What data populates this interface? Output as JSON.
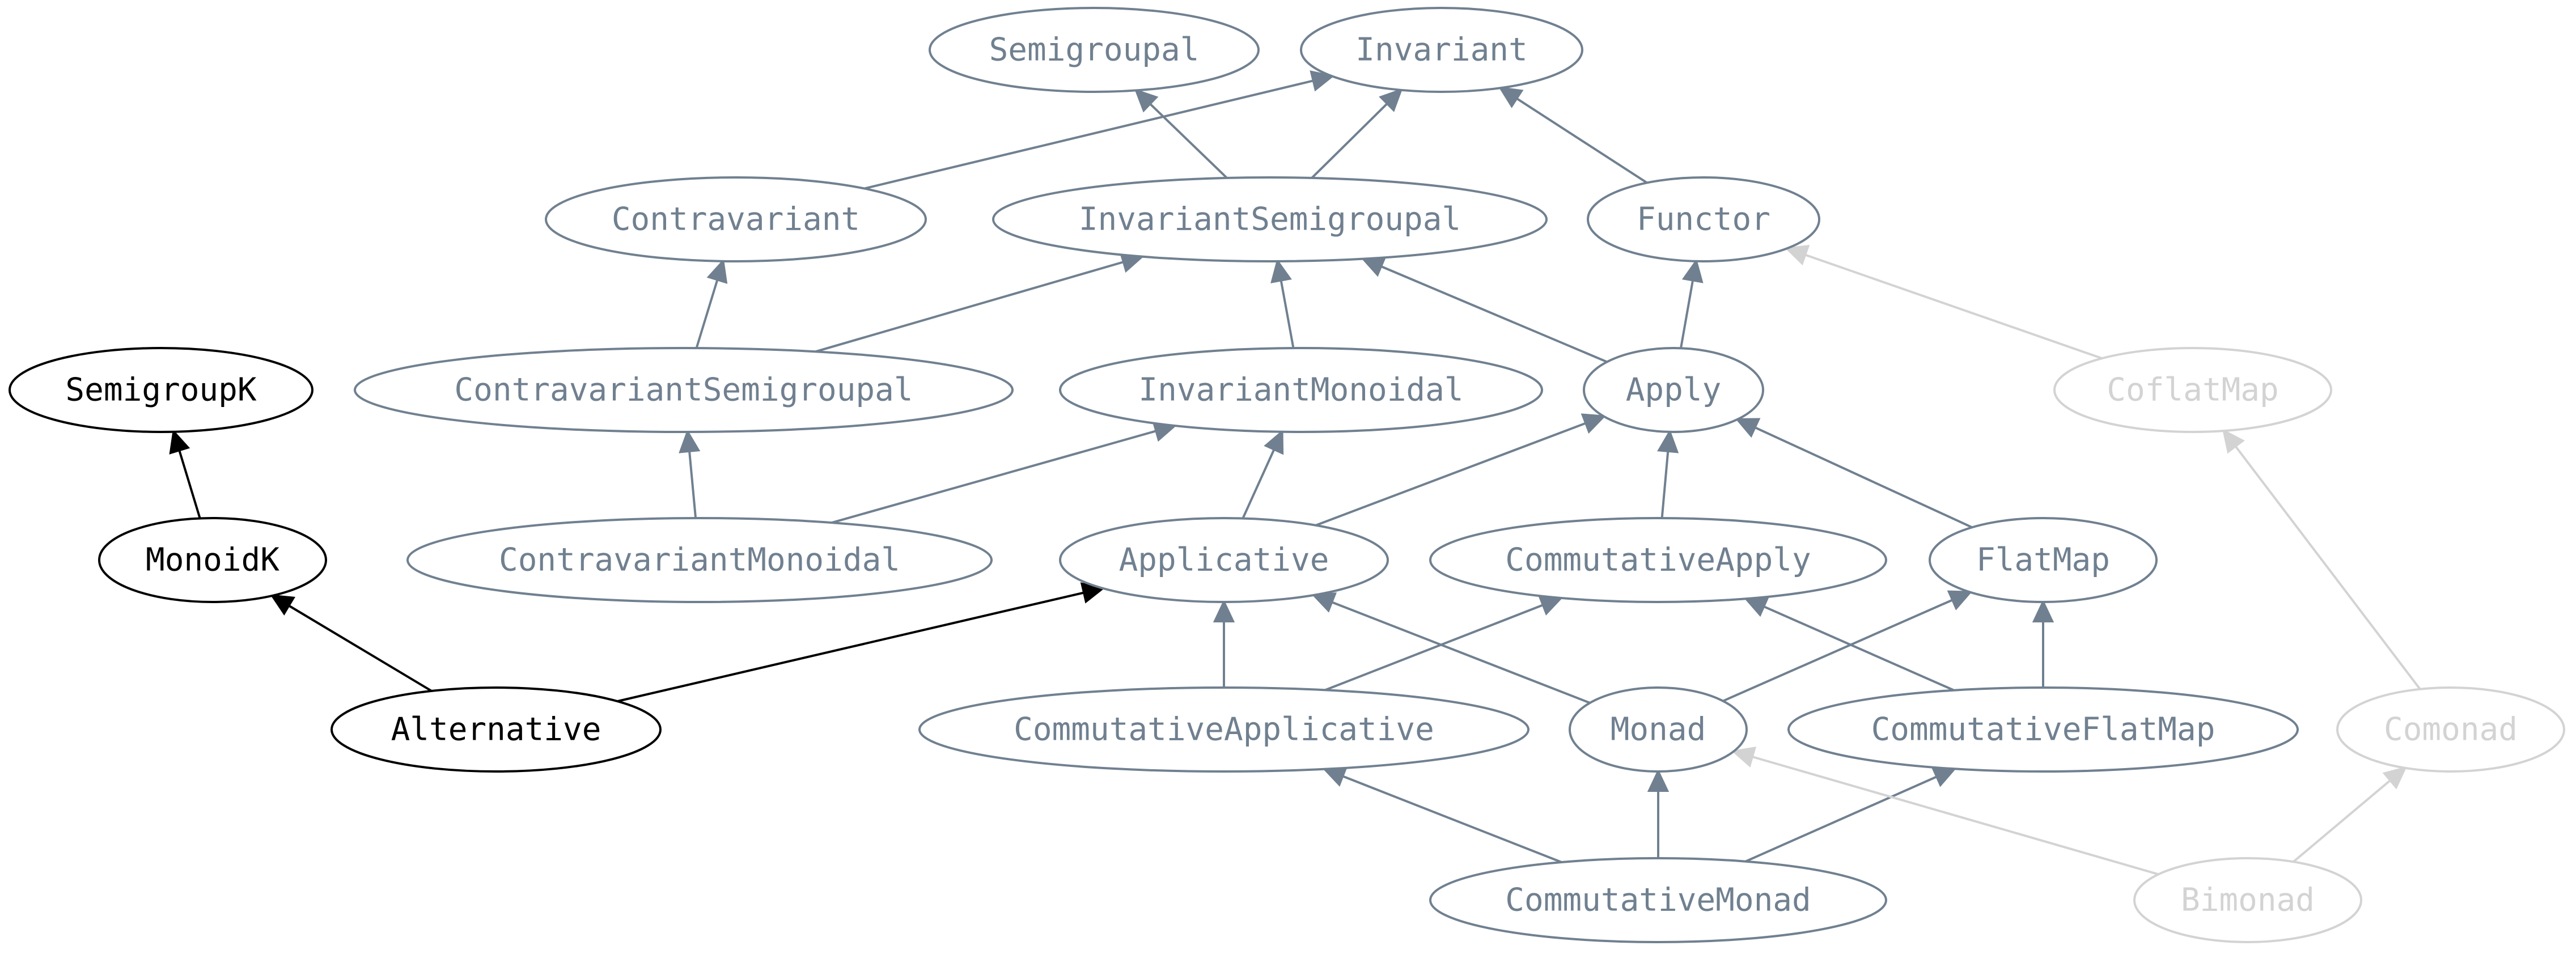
{
  "colors": {
    "emphasis": "#000000",
    "normal": "#708090",
    "faded": "#d3d3d3"
  },
  "nodes": [
    {
      "id": "semigroupal",
      "label": "Semigroupal",
      "style": "normal"
    },
    {
      "id": "invariant",
      "label": "Invariant",
      "style": "normal"
    },
    {
      "id": "contravariant",
      "label": "Contravariant",
      "style": "normal"
    },
    {
      "id": "invariant-semigroupal",
      "label": "InvariantSemigroupal",
      "style": "normal"
    },
    {
      "id": "functor",
      "label": "Functor",
      "style": "normal"
    },
    {
      "id": "semigroupk",
      "label": "SemigroupK",
      "style": "emphasis"
    },
    {
      "id": "contravariant-semigroupal",
      "label": "ContravariantSemigroupal",
      "style": "normal"
    },
    {
      "id": "invariant-monoidal",
      "label": "InvariantMonoidal",
      "style": "normal"
    },
    {
      "id": "apply",
      "label": "Apply",
      "style": "normal"
    },
    {
      "id": "coflatmap",
      "label": "CoflatMap",
      "style": "faded"
    },
    {
      "id": "monoidk",
      "label": "MonoidK",
      "style": "emphasis"
    },
    {
      "id": "contravariant-monoidal",
      "label": "ContravariantMonoidal",
      "style": "normal"
    },
    {
      "id": "applicative",
      "label": "Applicative",
      "style": "normal"
    },
    {
      "id": "commutative-apply",
      "label": "CommutativeApply",
      "style": "normal"
    },
    {
      "id": "flatmap",
      "label": "FlatMap",
      "style": "normal"
    },
    {
      "id": "alternative",
      "label": "Alternative",
      "style": "emphasis"
    },
    {
      "id": "commutative-applicative",
      "label": "CommutativeApplicative",
      "style": "normal"
    },
    {
      "id": "monad",
      "label": "Monad",
      "style": "normal"
    },
    {
      "id": "commutative-flatmap",
      "label": "CommutativeFlatMap",
      "style": "normal"
    },
    {
      "id": "comonad",
      "label": "Comonad",
      "style": "faded"
    },
    {
      "id": "commutative-monad",
      "label": "CommutativeMonad",
      "style": "normal"
    },
    {
      "id": "bimonad",
      "label": "Bimonad",
      "style": "faded"
    }
  ],
  "edges": [
    {
      "from": "contravariant",
      "to": "invariant",
      "style": "normal"
    },
    {
      "from": "invariant-semigroupal",
      "to": "semigroupal",
      "style": "normal"
    },
    {
      "from": "invariant-semigroupal",
      "to": "invariant",
      "style": "normal"
    },
    {
      "from": "functor",
      "to": "invariant",
      "style": "normal"
    },
    {
      "from": "contravariant-semigroupal",
      "to": "contravariant",
      "style": "normal"
    },
    {
      "from": "contravariant-semigroupal",
      "to": "invariant-semigroupal",
      "style": "normal"
    },
    {
      "from": "invariant-monoidal",
      "to": "invariant-semigroupal",
      "style": "normal"
    },
    {
      "from": "apply",
      "to": "invariant-semigroupal",
      "style": "normal"
    },
    {
      "from": "apply",
      "to": "functor",
      "style": "normal"
    },
    {
      "from": "coflatmap",
      "to": "functor",
      "style": "faded"
    },
    {
      "from": "monoidk",
      "to": "semigroupk",
      "style": "emphasis"
    },
    {
      "from": "contravariant-monoidal",
      "to": "contravariant-semigroupal",
      "style": "normal"
    },
    {
      "from": "contravariant-monoidal",
      "to": "invariant-monoidal",
      "style": "normal"
    },
    {
      "from": "applicative",
      "to": "invariant-monoidal",
      "style": "normal"
    },
    {
      "from": "applicative",
      "to": "apply",
      "style": "normal"
    },
    {
      "from": "commutative-apply",
      "to": "apply",
      "style": "normal"
    },
    {
      "from": "flatmap",
      "to": "apply",
      "style": "normal"
    },
    {
      "from": "alternative",
      "to": "monoidk",
      "style": "emphasis"
    },
    {
      "from": "alternative",
      "to": "applicative",
      "style": "emphasis"
    },
    {
      "from": "commutative-applicative",
      "to": "applicative",
      "style": "normal"
    },
    {
      "from": "commutative-applicative",
      "to": "commutative-apply",
      "style": "normal"
    },
    {
      "from": "monad",
      "to": "applicative",
      "style": "normal"
    },
    {
      "from": "monad",
      "to": "flatmap",
      "style": "normal"
    },
    {
      "from": "commutative-flatmap",
      "to": "commutative-apply",
      "style": "normal"
    },
    {
      "from": "commutative-flatmap",
      "to": "flatmap",
      "style": "normal"
    },
    {
      "from": "comonad",
      "to": "coflatmap",
      "style": "faded"
    },
    {
      "from": "commutative-monad",
      "to": "commutative-applicative",
      "style": "normal"
    },
    {
      "from": "commutative-monad",
      "to": "monad",
      "style": "normal"
    },
    {
      "from": "commutative-monad",
      "to": "commutative-flatmap",
      "style": "normal"
    },
    {
      "from": "bimonad",
      "to": "monad",
      "style": "faded"
    },
    {
      "from": "bimonad",
      "to": "comonad",
      "style": "faded"
    }
  ]
}
